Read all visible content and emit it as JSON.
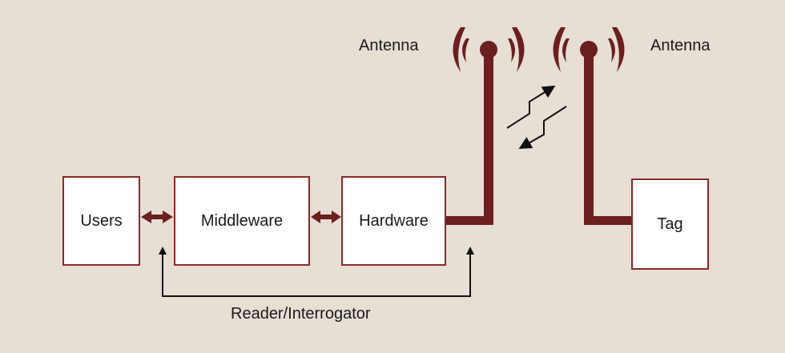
{
  "diagram": {
    "title": "RFID system architecture",
    "nodes": {
      "users": "Users",
      "middleware": "Middleware",
      "hardware": "Hardware",
      "tag": "Tag"
    },
    "labels": {
      "reader_antenna": "Antenna",
      "tag_antenna": "Antenna",
      "reader_group": "Reader/Interrogator"
    },
    "colors": {
      "background": "#e7ded4",
      "accent": "#6b1f1f",
      "box_border": "#8a2a2a",
      "arrow": "#111111"
    }
  }
}
